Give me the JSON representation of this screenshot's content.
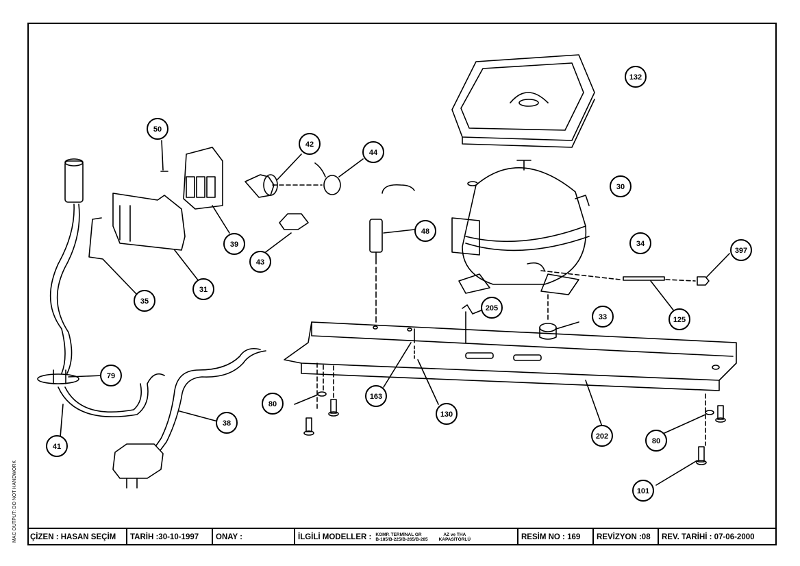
{
  "side_note": "MAC OUTPUT: DO NOT HANDWORK",
  "callouts": [
    "132",
    "50",
    "42",
    "44",
    "30",
    "39",
    "48",
    "34",
    "397",
    "43",
    "31",
    "35",
    "205",
    "33",
    "125",
    "79",
    "38",
    "80",
    "163",
    "130",
    "202",
    "41",
    "101"
  ],
  "title_block": {
    "drawn_by": "ÇİZEN : HASAN SEÇİM",
    "date": "TARİH :30-10-1997",
    "approval": "ONAY :",
    "models_label": "İLGİLİ MODELLER :",
    "models_line1": "KOMP. TERMİNAL GR",
    "models_line2": "B-185/B-225/B-265/B-285",
    "capacitor_line1": "AZ ve THA",
    "capacitor_line2": "KAPASİTÖRLÜ",
    "drawing_no": "RESİM NO :  169",
    "revision": "REVİZYON :08",
    "rev_date": "REV. TARİHİ : 07-06-2000"
  }
}
